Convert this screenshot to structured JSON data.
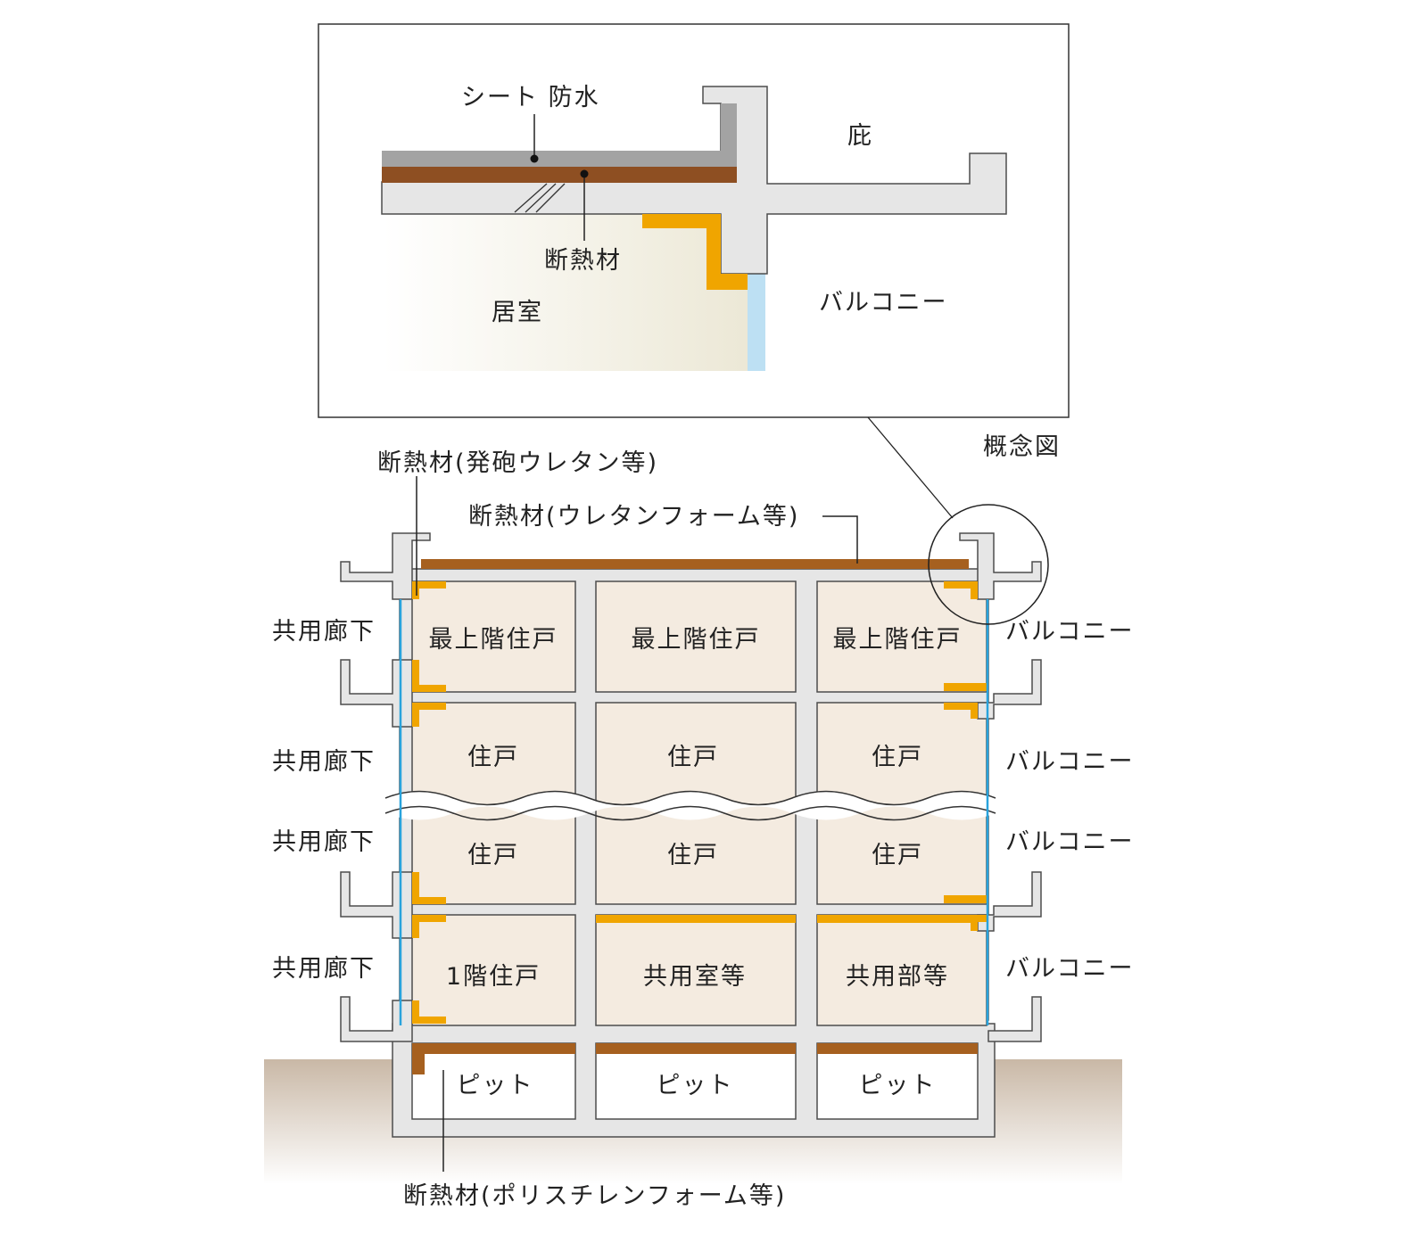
{
  "inset": {
    "sheet_waterproofing": "シート 防水",
    "eaves": "庇",
    "insulation": "断熱材",
    "living_room": "居室",
    "balcony": "バルコニー",
    "caption": "概念図"
  },
  "labels": {
    "insulation_foam": "断熱材(発砲ウレタン等)",
    "insulation_urethane": "断熱材(ウレタンフォーム等)",
    "insulation_polystyrene": "断熱材(ポリスチレンフォーム等)"
  },
  "left_labels": [
    "共用廊下",
    "共用廊下",
    "共用廊下",
    "共用廊下"
  ],
  "right_labels": [
    "バルコニー",
    "バルコニー",
    "バルコニー",
    "バルコニー"
  ],
  "units": [
    [
      "最上階住戸",
      "最上階住戸",
      "最上階住戸"
    ],
    [
      "住戸",
      "住戸",
      "住戸"
    ],
    [
      "住戸",
      "住戸",
      "住戸"
    ],
    [
      "1階住戸",
      "共用室等",
      "共用部等"
    ]
  ],
  "pits": [
    "ピット",
    "ピット",
    "ピット"
  ],
  "colors": {
    "concrete": "#e6e6e6",
    "outline": "#4d4d4d",
    "room": "#f4ebe0",
    "insulation_orange": "#f0a500",
    "insulation_brown": "#a6601f",
    "sheet_gray": "#a3a3a3",
    "glass_blue": "#29a3dc",
    "ground": "#c9b8a6"
  }
}
